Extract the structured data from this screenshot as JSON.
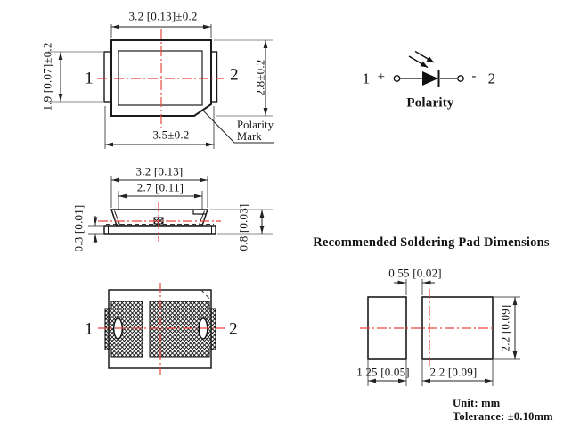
{
  "top_view": {
    "dim_body_width": "3.2 [0.13]±0.2",
    "dim_electrode_height": "1.9 [0.07]±0.2",
    "dim_body_height": "2.8±0.2",
    "dim_total_width": "3.5±0.2",
    "pin1": "1",
    "pin2": "2",
    "polarity_mark_line1": "Polarity",
    "polarity_mark_line2": "Mark"
  },
  "polarity_diagram": {
    "pin1": "1",
    "plus": "+",
    "minus": "-",
    "pin2": "2",
    "label": "Polarity"
  },
  "side_view": {
    "dim_body_width": "3.2 [0.13]",
    "dim_top_width": "2.7 [0.11]",
    "dim_lead_thickness": "0.3 [0.01]",
    "dim_height": "0.8 [0.03]"
  },
  "bottom_view": {
    "pin1": "1",
    "pin2": "2"
  },
  "pad_layout": {
    "title": "Recommended Soldering Pad Dimensions",
    "dim_gap": "0.55 [0.02]",
    "dim_pad1_width": "1.25 [0.05]",
    "dim_pad2_width": "2.2 [0.09]",
    "dim_pad_height": "2.2 [0.09]",
    "unit_note": "Unit: mm",
    "tolerance_note": "Tolerance: ±0.10mm"
  },
  "colors": {
    "centerline": "#e8483c",
    "line": "#1a1a1a",
    "extension": "#8a8a8a"
  }
}
